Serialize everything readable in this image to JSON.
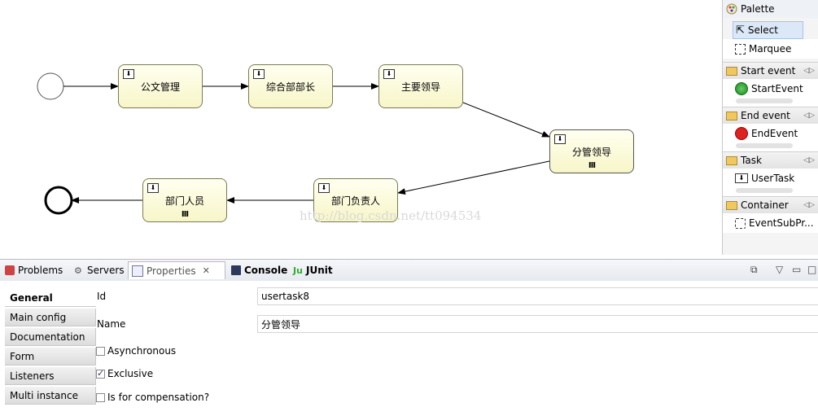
{
  "diagram": {
    "tasks": [
      {
        "id": "t1",
        "label": "公文管理",
        "multi": false
      },
      {
        "id": "t2",
        "label": "综合部部长",
        "multi": false
      },
      {
        "id": "t3",
        "label": "主要领导",
        "multi": false
      },
      {
        "id": "t4",
        "label": "分管领导",
        "multi": true
      },
      {
        "id": "t5",
        "label": "部门负责人",
        "multi": false
      },
      {
        "id": "t6",
        "label": "部门人员",
        "multi": true
      }
    ],
    "multi_marker": "III",
    "watermark": "http://blog.csdn.net/tt094534"
  },
  "palette": {
    "title": "Palette",
    "select": "Select",
    "marquee": "Marquee",
    "categories": [
      {
        "label": "Start event",
        "item": "StartEvent"
      },
      {
        "label": "End event",
        "item": "EndEvent"
      },
      {
        "label": "Task",
        "item": "UserTask"
      },
      {
        "label": "Container",
        "item": "EventSubPr..."
      }
    ]
  },
  "tabs": {
    "problems": "Problems",
    "servers": "Servers",
    "properties": "Properties",
    "console": "Console",
    "junit": "JUnit"
  },
  "properties": {
    "side_tabs": [
      "General",
      "Main config",
      "Documentation",
      "Form",
      "Listeners",
      "Multi instance"
    ],
    "id_label": "Id",
    "id_value": "usertask8",
    "name_label": "Name",
    "name_value": "分管领导",
    "asynchronous": {
      "label": "Asynchronous",
      "checked": false
    },
    "exclusive": {
      "label": "Exclusive",
      "checked": true
    },
    "compensation": {
      "label": "Is for compensation?",
      "checked": false
    }
  }
}
